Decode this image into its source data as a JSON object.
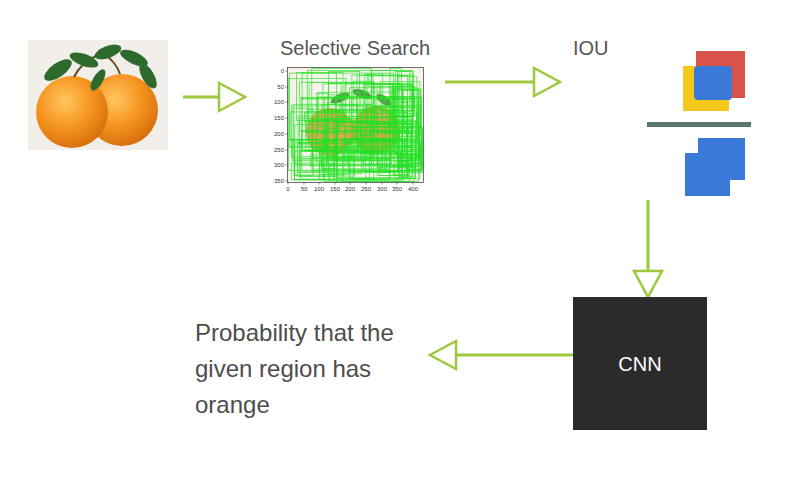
{
  "diagram": {
    "nodes": [
      {
        "text": [
          "Selective Search"
        ]
      },
      {
        "text": [
          "IOU"
        ]
      },
      {
        "text": [
          "CNN"
        ]
      },
      {
        "text": [
          "Probability that the given region has orange"
        ]
      }
    ],
    "edges": [
      {
        "from": 0,
        "to": 1,
        "arrow": "to"
      },
      {
        "from": 1,
        "to": 2,
        "arrow": "to"
      },
      {
        "from": 2,
        "to": 3,
        "arrow": "to"
      }
    ],
    "labels": [
      "0",
      "50",
      "100",
      "150",
      "200",
      "250",
      "300",
      "350",
      "0",
      "50",
      "100",
      "150",
      "200",
      "250",
      "300",
      "350",
      "400"
    ]
  }
}
